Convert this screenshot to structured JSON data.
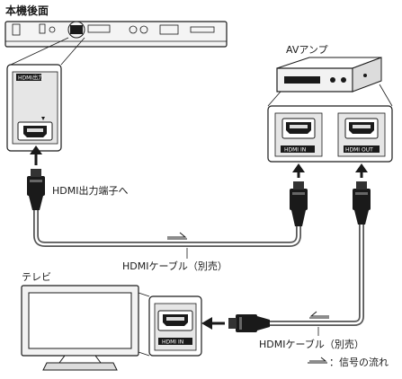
{
  "labels": {
    "rear_panel": "本機後面",
    "hdmi_output_terminal": "HDMI出力端子へ",
    "av_amp": "AVアンプ",
    "tv": "テレビ",
    "cable_1": "HDMIケーブル（別売）",
    "cable_2": "HDMIケーブル（別売）",
    "signal_flow": "：信号の流れ"
  },
  "port_labels": {
    "player_out": "HDMI出力",
    "amp_in": "HDMI IN",
    "amp_out": "HDMI OUT",
    "tv_in": "HDMI IN"
  },
  "colors": {
    "line": "#1a1a1a",
    "cable": "#555555",
    "device_fill": "#f2f2f2",
    "port_panel": "#e6e6e6",
    "badge": "#1a1a1a"
  }
}
